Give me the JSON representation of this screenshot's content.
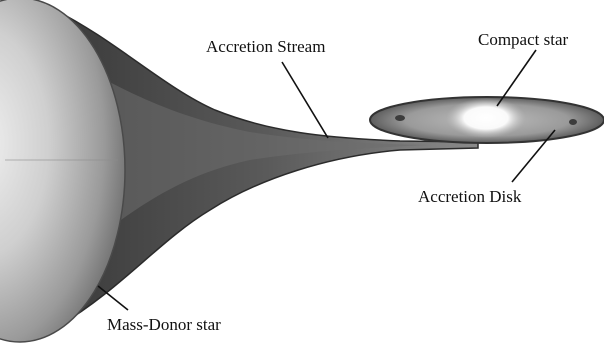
{
  "labels": {
    "accretion_stream": "Accretion Stream",
    "compact_star": "Compact star",
    "accretion_disk": "Accretion Disk",
    "mass_donor_star": "Mass-Donor star"
  }
}
